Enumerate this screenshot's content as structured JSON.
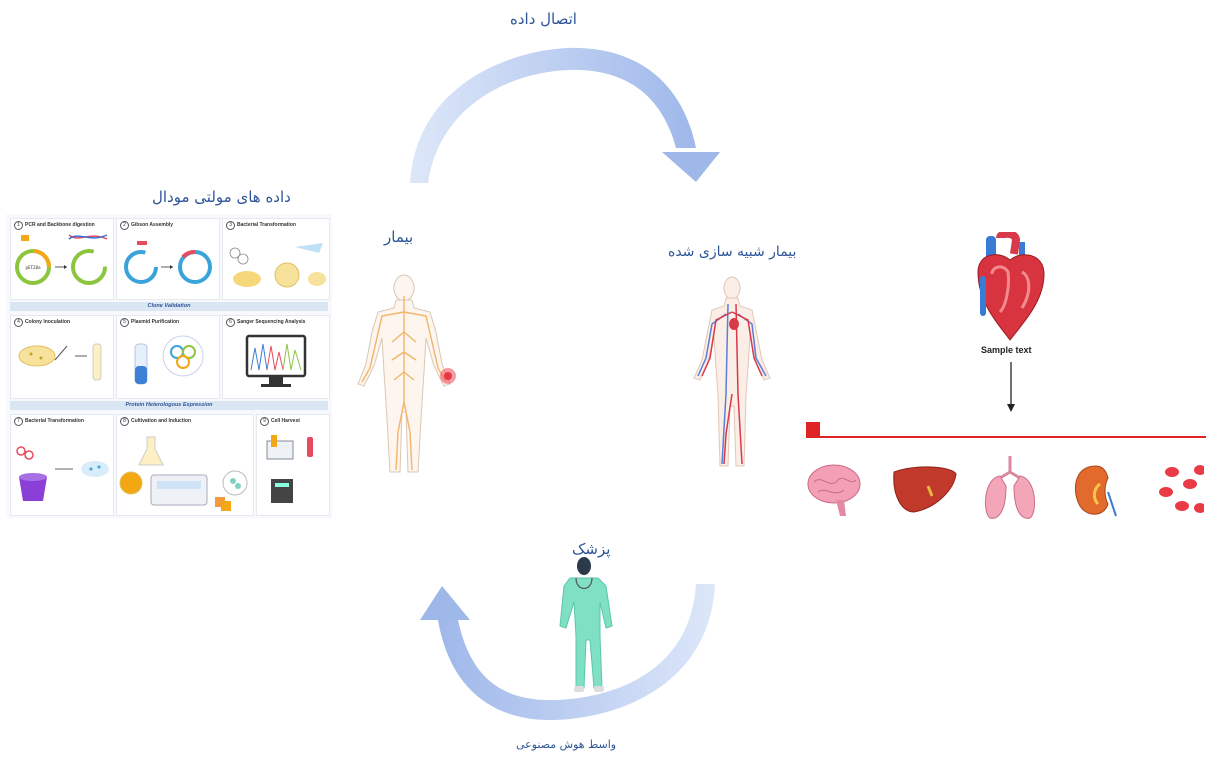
{
  "labels": {
    "data_link": "اتصال داده",
    "multimodal_data": "داده های مولتی مودال",
    "patient": "بیمار",
    "simulated_patient": "بیمار شبیه سازی شده",
    "doctor": "پزشک",
    "ai_agent": "واسط هوش مصنوعی",
    "sample_text": "Sample text"
  },
  "protocol": {
    "steps_row1": [
      {
        "num": "1",
        "title": "PCR and Backbone digestion"
      },
      {
        "num": "2",
        "title": "Gibson Assembly"
      },
      {
        "num": "3",
        "title": "Bacterial Transformation"
      }
    ],
    "band1": "Clone Validation",
    "steps_row2": [
      {
        "num": "4",
        "title": "Colony Inoculation"
      },
      {
        "num": "5",
        "title": "Plasmid Purification"
      },
      {
        "num": "6",
        "title": "Sanger Sequencing Analysis"
      }
    ],
    "band2": "Protein Heterologous Expression",
    "steps_row3": [
      {
        "num": "7",
        "title": "Bacterial Transformation"
      },
      {
        "num": "8",
        "title": "Cultivation and Induction"
      },
      {
        "num": "9",
        "title": "Cell Harvest"
      }
    ]
  },
  "organs": [
    "brain-icon",
    "liver-icon",
    "lungs-icon",
    "kidney-icon",
    "blood-cells-icon"
  ],
  "colors": {
    "arrow": "#a9c0ec",
    "arrow_light": "#dde7f9",
    "label": "#2f5597",
    "timeline": "#e02424",
    "body_outline": "#f0c08a",
    "vessel_red": "#d8394b",
    "vessel_blue": "#5b7fd6"
  }
}
